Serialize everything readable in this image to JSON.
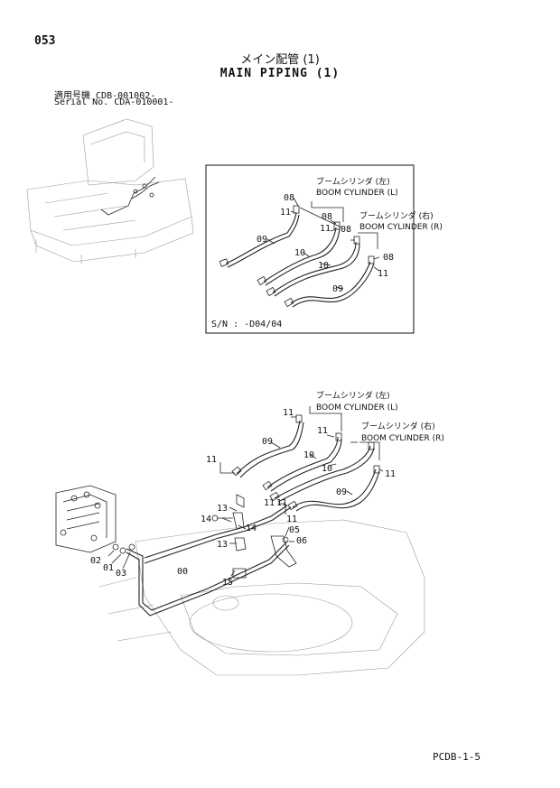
{
  "header": {
    "page_number": "053",
    "title_jp": "メイン配管 (1)",
    "title_en": "MAIN PIPING (1)",
    "serial_label_jp": "適用号機",
    "serial_value_1": "CDB-001002-",
    "serial_label_en": "Serial No.",
    "serial_value_2": "CDA-010001-"
  },
  "inset": {
    "sn_note": "S/N : -D04/04",
    "labels": {
      "boom_l_jp": "ブームシリンダ (左)",
      "boom_l_en": "BOOM CYLINDER (L)",
      "boom_r_jp": "ブームシリンダ (右)",
      "boom_r_en": "BOOM CYLINDER (R)"
    },
    "part_refs": [
      "08",
      "11",
      "08",
      "11",
      "08",
      "09",
      "10",
      "10",
      "08",
      "11",
      "09"
    ]
  },
  "main": {
    "labels": {
      "boom_l_jp": "ブームシリンダ (左)",
      "boom_l_en": "BOOM CYLINDER (L)",
      "boom_r_jp": "ブームシリンダ (右)",
      "boom_r_en": "BOOM CYLINDER (R)"
    },
    "part_refs": [
      "11",
      "11",
      "09",
      "10",
      "10",
      "11",
      "09",
      "11",
      "11",
      "11",
      "11",
      "13",
      "14",
      "14",
      "05",
      "06",
      "13",
      "02",
      "01",
      "03",
      "00",
      "15"
    ]
  },
  "footer": {
    "code": "PCDB-1-5"
  }
}
